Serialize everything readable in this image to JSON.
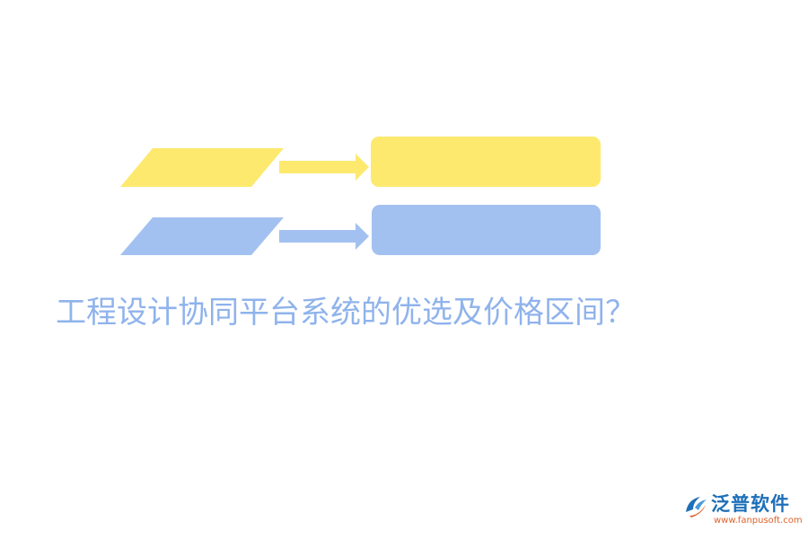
{
  "title": "工程设计协同平台系统的优选及价格区间？",
  "logo": {
    "name": "泛普软件",
    "url": "www.fanpusoft.com"
  },
  "colors": {
    "yellow": "#FDE96E",
    "blue": "#A3C1F0",
    "title": "#8FB3EC",
    "logo_blue": "#1D6FB8",
    "logo_orange": "#E0612B"
  }
}
